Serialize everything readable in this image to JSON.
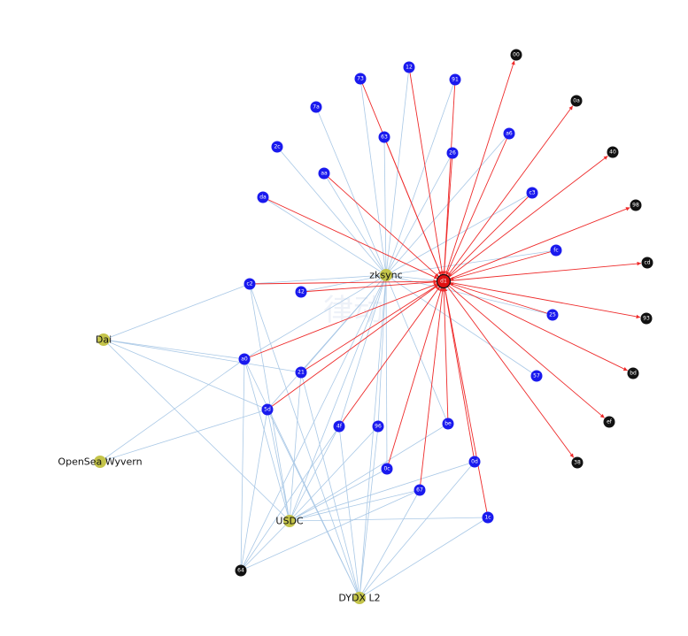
{
  "watermark": "律动",
  "colors": {
    "wallet_node": "#1a1aee",
    "receiver_node": "#111111",
    "center_node": "#e01010",
    "hub_node": "#c4c44a",
    "blue_edge": "#a9c8e6",
    "red_edge": "#ee2a2a"
  },
  "center": {
    "id": "d1",
    "label": "d1"
  },
  "hubs": [
    {
      "id": "zksync",
      "label": "zksync"
    },
    {
      "id": "dai",
      "label": "Dai"
    },
    {
      "id": "opensea",
      "label": "OpenSea Wyvern"
    },
    {
      "id": "usdc",
      "label": "USDC"
    },
    {
      "id": "dydx",
      "label": "DYDX L2"
    }
  ],
  "wallets": [
    {
      "id": "12",
      "label": "12"
    },
    {
      "id": "73",
      "label": "73"
    },
    {
      "id": "91",
      "label": "91"
    },
    {
      "id": "7a",
      "label": "7a"
    },
    {
      "id": "63",
      "label": "63"
    },
    {
      "id": "a6",
      "label": "a6"
    },
    {
      "id": "2c",
      "label": "2c"
    },
    {
      "id": "26",
      "label": "26"
    },
    {
      "id": "aa",
      "label": "aa"
    },
    {
      "id": "da",
      "label": "da"
    },
    {
      "id": "c3",
      "label": "c3"
    },
    {
      "id": "fc",
      "label": "fc"
    },
    {
      "id": "c2",
      "label": "c2"
    },
    {
      "id": "42",
      "label": "42"
    },
    {
      "id": "25",
      "label": "25"
    },
    {
      "id": "a0",
      "label": "a0"
    },
    {
      "id": "21",
      "label": "21"
    },
    {
      "id": "57",
      "label": "57"
    },
    {
      "id": "5d",
      "label": "5d"
    },
    {
      "id": "4f",
      "label": "4f"
    },
    {
      "id": "96",
      "label": "96"
    },
    {
      "id": "be",
      "label": "be"
    },
    {
      "id": "0c",
      "label": "0c"
    },
    {
      "id": "0d",
      "label": "0d"
    },
    {
      "id": "67",
      "label": "67"
    },
    {
      "id": "1c",
      "label": "1c"
    }
  ],
  "receivers": [
    {
      "id": "00",
      "label": "00"
    },
    {
      "id": "0a",
      "label": "0a"
    },
    {
      "id": "40",
      "label": "40"
    },
    {
      "id": "98",
      "label": "98"
    },
    {
      "id": "cd",
      "label": "cd"
    },
    {
      "id": "93",
      "label": "93"
    },
    {
      "id": "bd",
      "label": "bd"
    },
    {
      "id": "ef",
      "label": "ef"
    },
    {
      "id": "38",
      "label": "38"
    },
    {
      "id": "64",
      "label": "64"
    }
  ],
  "edges_red": [
    [
      "73",
      "d1"
    ],
    [
      "12",
      "d1"
    ],
    [
      "91",
      "d1"
    ],
    [
      "63",
      "d1"
    ],
    [
      "26",
      "d1"
    ],
    [
      "a6",
      "d1"
    ],
    [
      "aa",
      "d1"
    ],
    [
      "da",
      "d1"
    ],
    [
      "c3",
      "d1"
    ],
    [
      "fc",
      "d1"
    ],
    [
      "c2",
      "d1"
    ],
    [
      "42",
      "d1"
    ],
    [
      "25",
      "d1"
    ],
    [
      "a0",
      "d1"
    ],
    [
      "21",
      "d1"
    ],
    [
      "5d",
      "d1"
    ],
    [
      "4f",
      "d1"
    ],
    [
      "0c",
      "d1"
    ],
    [
      "67",
      "d1"
    ],
    [
      "be",
      "d1"
    ],
    [
      "0d",
      "d1"
    ],
    [
      "1c",
      "d1"
    ],
    [
      "d1",
      "00"
    ],
    [
      "d1",
      "0a"
    ],
    [
      "d1",
      "40"
    ],
    [
      "d1",
      "98"
    ],
    [
      "d1",
      "cd"
    ],
    [
      "d1",
      "93"
    ],
    [
      "d1",
      "bd"
    ],
    [
      "d1",
      "ef"
    ],
    [
      "d1",
      "38"
    ]
  ],
  "edges_blue": [
    [
      "zksync",
      "12"
    ],
    [
      "zksync",
      "73"
    ],
    [
      "zksync",
      "91"
    ],
    [
      "zksync",
      "7a"
    ],
    [
      "zksync",
      "63"
    ],
    [
      "zksync",
      "2c"
    ],
    [
      "zksync",
      "26"
    ],
    [
      "zksync",
      "aa"
    ],
    [
      "zksync",
      "a6"
    ],
    [
      "zksync",
      "c3"
    ],
    [
      "zksync",
      "fc"
    ],
    [
      "zksync",
      "da"
    ],
    [
      "zksync",
      "42"
    ],
    [
      "zksync",
      "c2"
    ],
    [
      "zksync",
      "25"
    ],
    [
      "zksync",
      "57"
    ],
    [
      "zksync",
      "21"
    ],
    [
      "zksync",
      "a0"
    ],
    [
      "zksync",
      "5d"
    ],
    [
      "zksync",
      "96"
    ],
    [
      "zksync",
      "4f"
    ],
    [
      "zksync",
      "be"
    ],
    [
      "zksync",
      "usdc"
    ],
    [
      "zksync",
      "0c"
    ],
    [
      "zksync",
      "dydx"
    ],
    [
      "zksync",
      "64"
    ],
    [
      "zksync",
      "d1"
    ],
    [
      "dai",
      "c2"
    ],
    [
      "dai",
      "a0"
    ],
    [
      "dai",
      "21"
    ],
    [
      "dai",
      "5d"
    ],
    [
      "dai",
      "usdc"
    ],
    [
      "opensea",
      "a0"
    ],
    [
      "opensea",
      "5d"
    ],
    [
      "usdc",
      "a0"
    ],
    [
      "usdc",
      "21"
    ],
    [
      "usdc",
      "5d"
    ],
    [
      "usdc",
      "4f"
    ],
    [
      "usdc",
      "96"
    ],
    [
      "usdc",
      "be"
    ],
    [
      "usdc",
      "0c"
    ],
    [
      "usdc",
      "0d"
    ],
    [
      "usdc",
      "67"
    ],
    [
      "usdc",
      "1c"
    ],
    [
      "usdc",
      "c2"
    ],
    [
      "usdc",
      "64"
    ],
    [
      "dydx",
      "5d"
    ],
    [
      "dydx",
      "a0"
    ],
    [
      "dydx",
      "21"
    ],
    [
      "dydx",
      "4f"
    ],
    [
      "dydx",
      "96"
    ],
    [
      "dydx",
      "67"
    ],
    [
      "dydx",
      "0d"
    ],
    [
      "dydx",
      "1c"
    ],
    [
      "dydx",
      "c2"
    ],
    [
      "64",
      "a0"
    ],
    [
      "64",
      "5d"
    ],
    [
      "64",
      "4f"
    ],
    [
      "64",
      "67"
    ]
  ]
}
